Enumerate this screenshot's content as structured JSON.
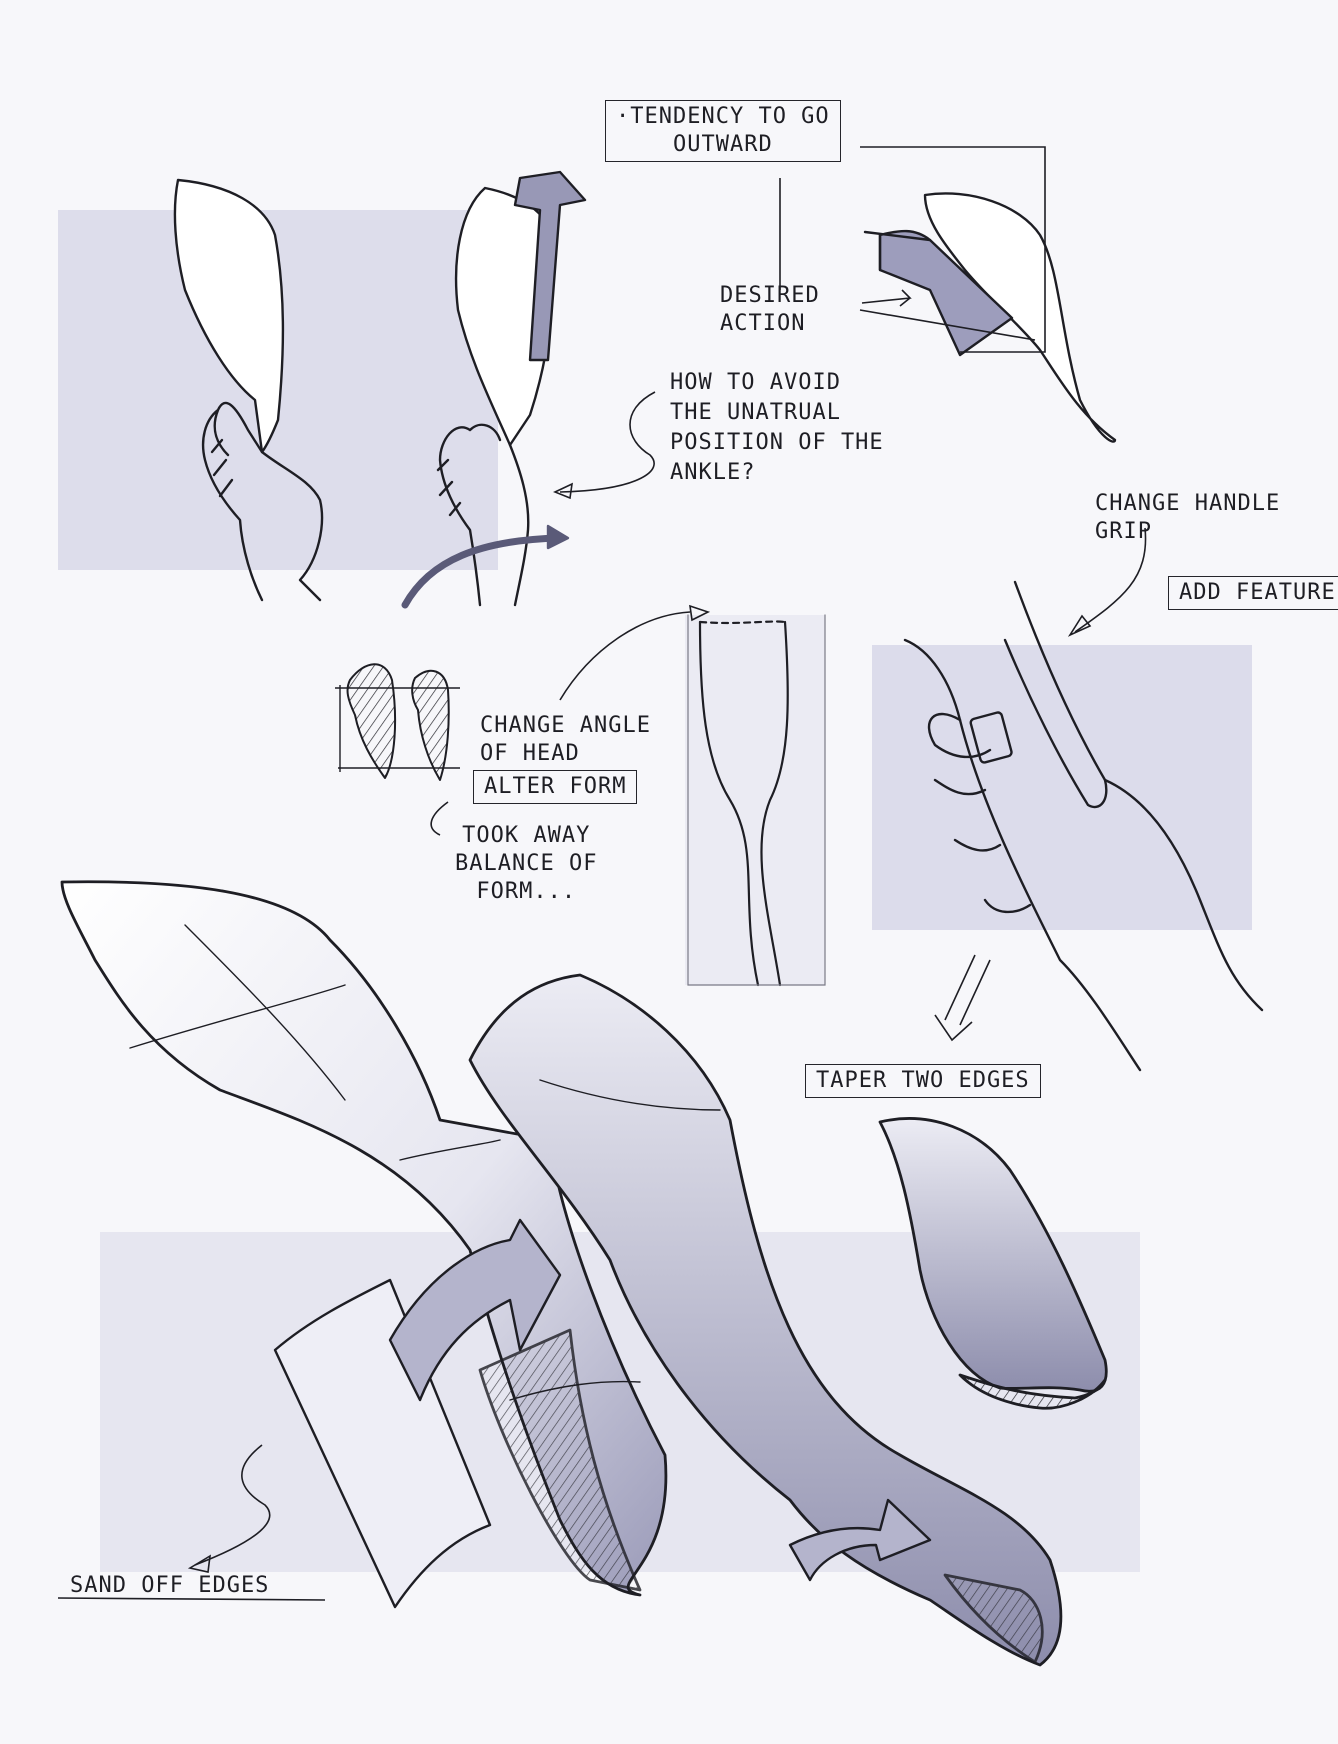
{
  "notes": {
    "tendency": "·TENDENCY TO GO\nOUTWARD",
    "desired_action": "DESIRED\nACTION",
    "avoid_question": "HOW TO AVOID\nTHE UNATRUAL\nPOSITION OF THE\nANKLE?",
    "change_grip": "CHANGE HANDLE\nGRIP",
    "add_feature": "ADD FEATURE",
    "change_angle": "CHANGE ANGLE\nOF HEAD",
    "alter_form": "ALTER FORM",
    "took_away": "TOOK AWAY\nBALANCE OF\nFORM...",
    "taper": "TAPER TWO EDGES",
    "sand_off": "SAND OFF EDGES"
  },
  "colors": {
    "ink": "#1e1e24",
    "marker_lavender": "#c9c9dc",
    "marker_dark": "#8a8aa8",
    "paper": "#f7f7fa"
  }
}
